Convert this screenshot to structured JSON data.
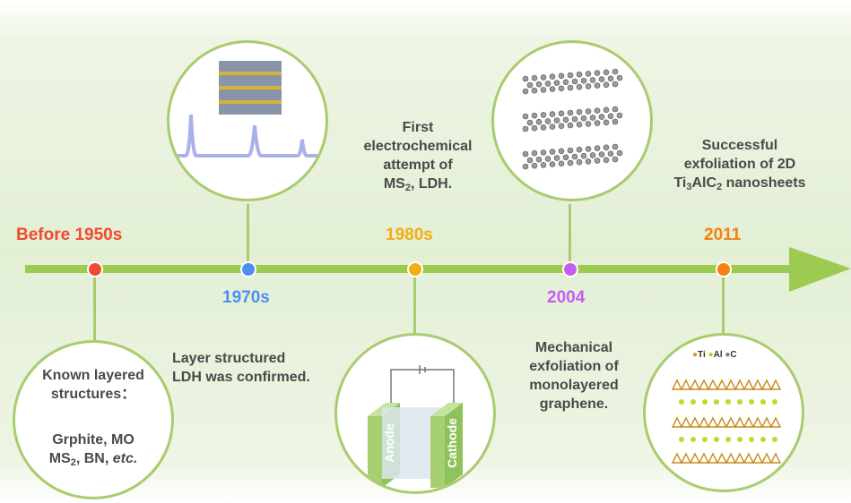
{
  "years": {
    "before_1950s": "Before 1950s",
    "y1970s": "1970s",
    "y1980s": "1980s",
    "y2004": "2004",
    "y2011": "2011"
  },
  "colors": {
    "before_1950s": "#f04a30",
    "y1970s": "#4d8ff0",
    "y1980s": "#f2ae14",
    "y2004": "#c45ef0",
    "y2011": "#f7800f",
    "arrow": "#9dcb52"
  },
  "text": {
    "known_layered": "Known layered structures：",
    "grphite_line": "Grphite, MO",
    "ms2_bn_prefix": "MS",
    "ms2_sub": "2",
    "ms2_bn_suffix": ", BN,",
    "etc": "etc.",
    "ldh_confirmed_1": "Layer structured",
    "ldh_confirmed_2": "LDH was confirmed.",
    "first_attempt_1": "First",
    "first_attempt_2": "electrochemical",
    "first_attempt_3": "attempt of",
    "first_attempt_4_a": "MS",
    "first_attempt_4_sub": "2",
    "first_attempt_4_b": ", LDH.",
    "mech_1": "Mechanical",
    "mech_2": "exfoliation of",
    "mech_3": "monolayered",
    "mech_4": "graphene.",
    "success_1": "Successful",
    "success_2": "exfoliation of 2D",
    "success_3_a": "Ti",
    "success_3_sub1": "3",
    "success_3_b": "AlC",
    "success_3_sub2": "2",
    "success_3_c": " nanosheets",
    "anode": "Anode",
    "cathode": "Cathode",
    "legend_ti": "Ti",
    "legend_al": "Al",
    "legend_c": "C"
  }
}
